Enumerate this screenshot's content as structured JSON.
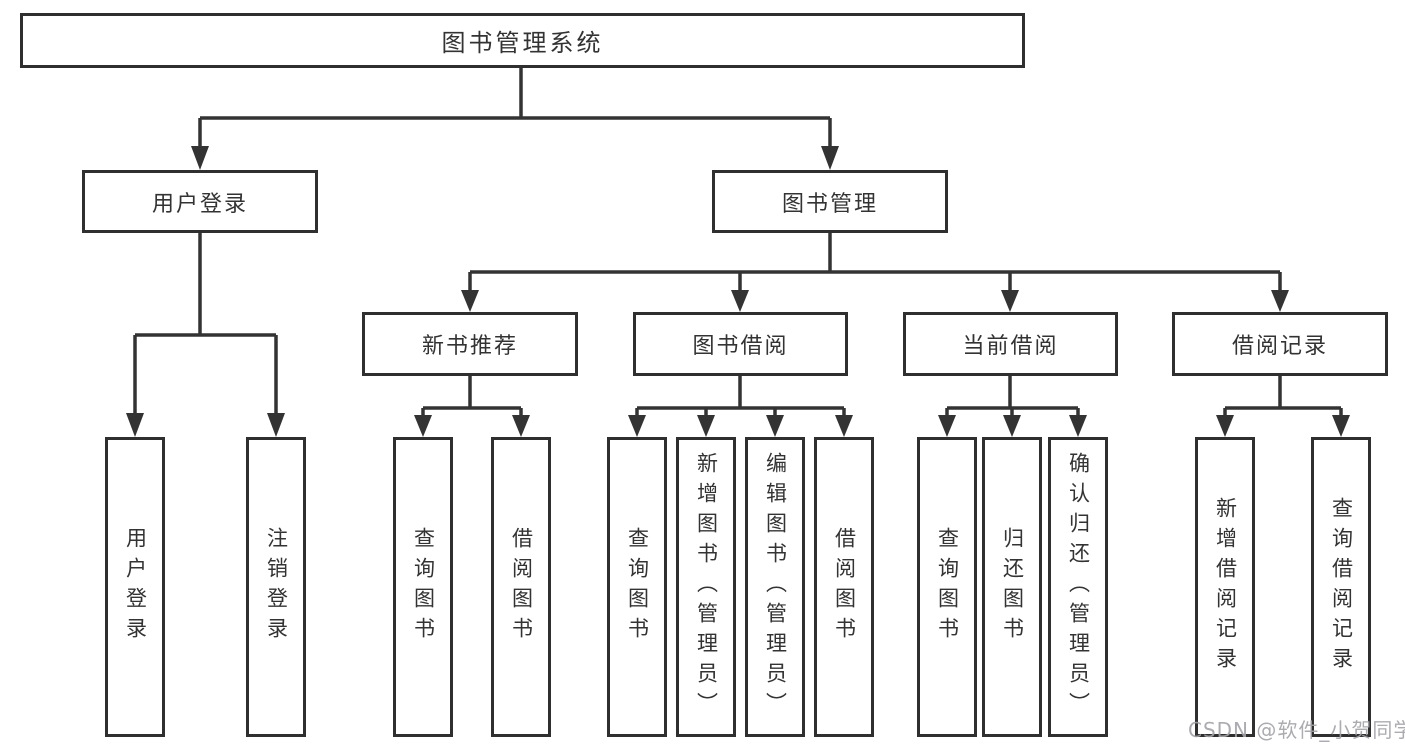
{
  "diagram": {
    "title": "图书管理系统",
    "nodes": {
      "root": "图书管理系统",
      "user_login": "用户登录",
      "book_mgmt": "图书管理",
      "new_books": "新书推荐",
      "book_borrow": "图书借阅",
      "current_borrow": "当前借阅",
      "borrow_records": "借阅记录",
      "leaf_user_login": "用户登录",
      "leaf_logout": "注销登录",
      "leaf_nb_query": "查询图书",
      "leaf_nb_borrow": "借阅图书",
      "leaf_bb_query": "查询图书",
      "leaf_bb_add": "新增图书（管理员）",
      "leaf_bb_edit": "编辑图书（管理员）",
      "leaf_bb_borrow": "借阅图书",
      "leaf_cb_query": "查询图书",
      "leaf_cb_return": "归还图书",
      "leaf_cb_confirm": "确认归还（管理员）",
      "leaf_br_add": "新增借阅记录",
      "leaf_br_query": "查询借阅记录"
    },
    "watermark": "CSDN @软件_小贺同学",
    "colors": {
      "line": "#333333",
      "box_border": "#2f2f2f",
      "box_fill": "#ffffff",
      "text": "#333333",
      "watermark": "#a3a3a8",
      "background": "#ffffff"
    }
  }
}
